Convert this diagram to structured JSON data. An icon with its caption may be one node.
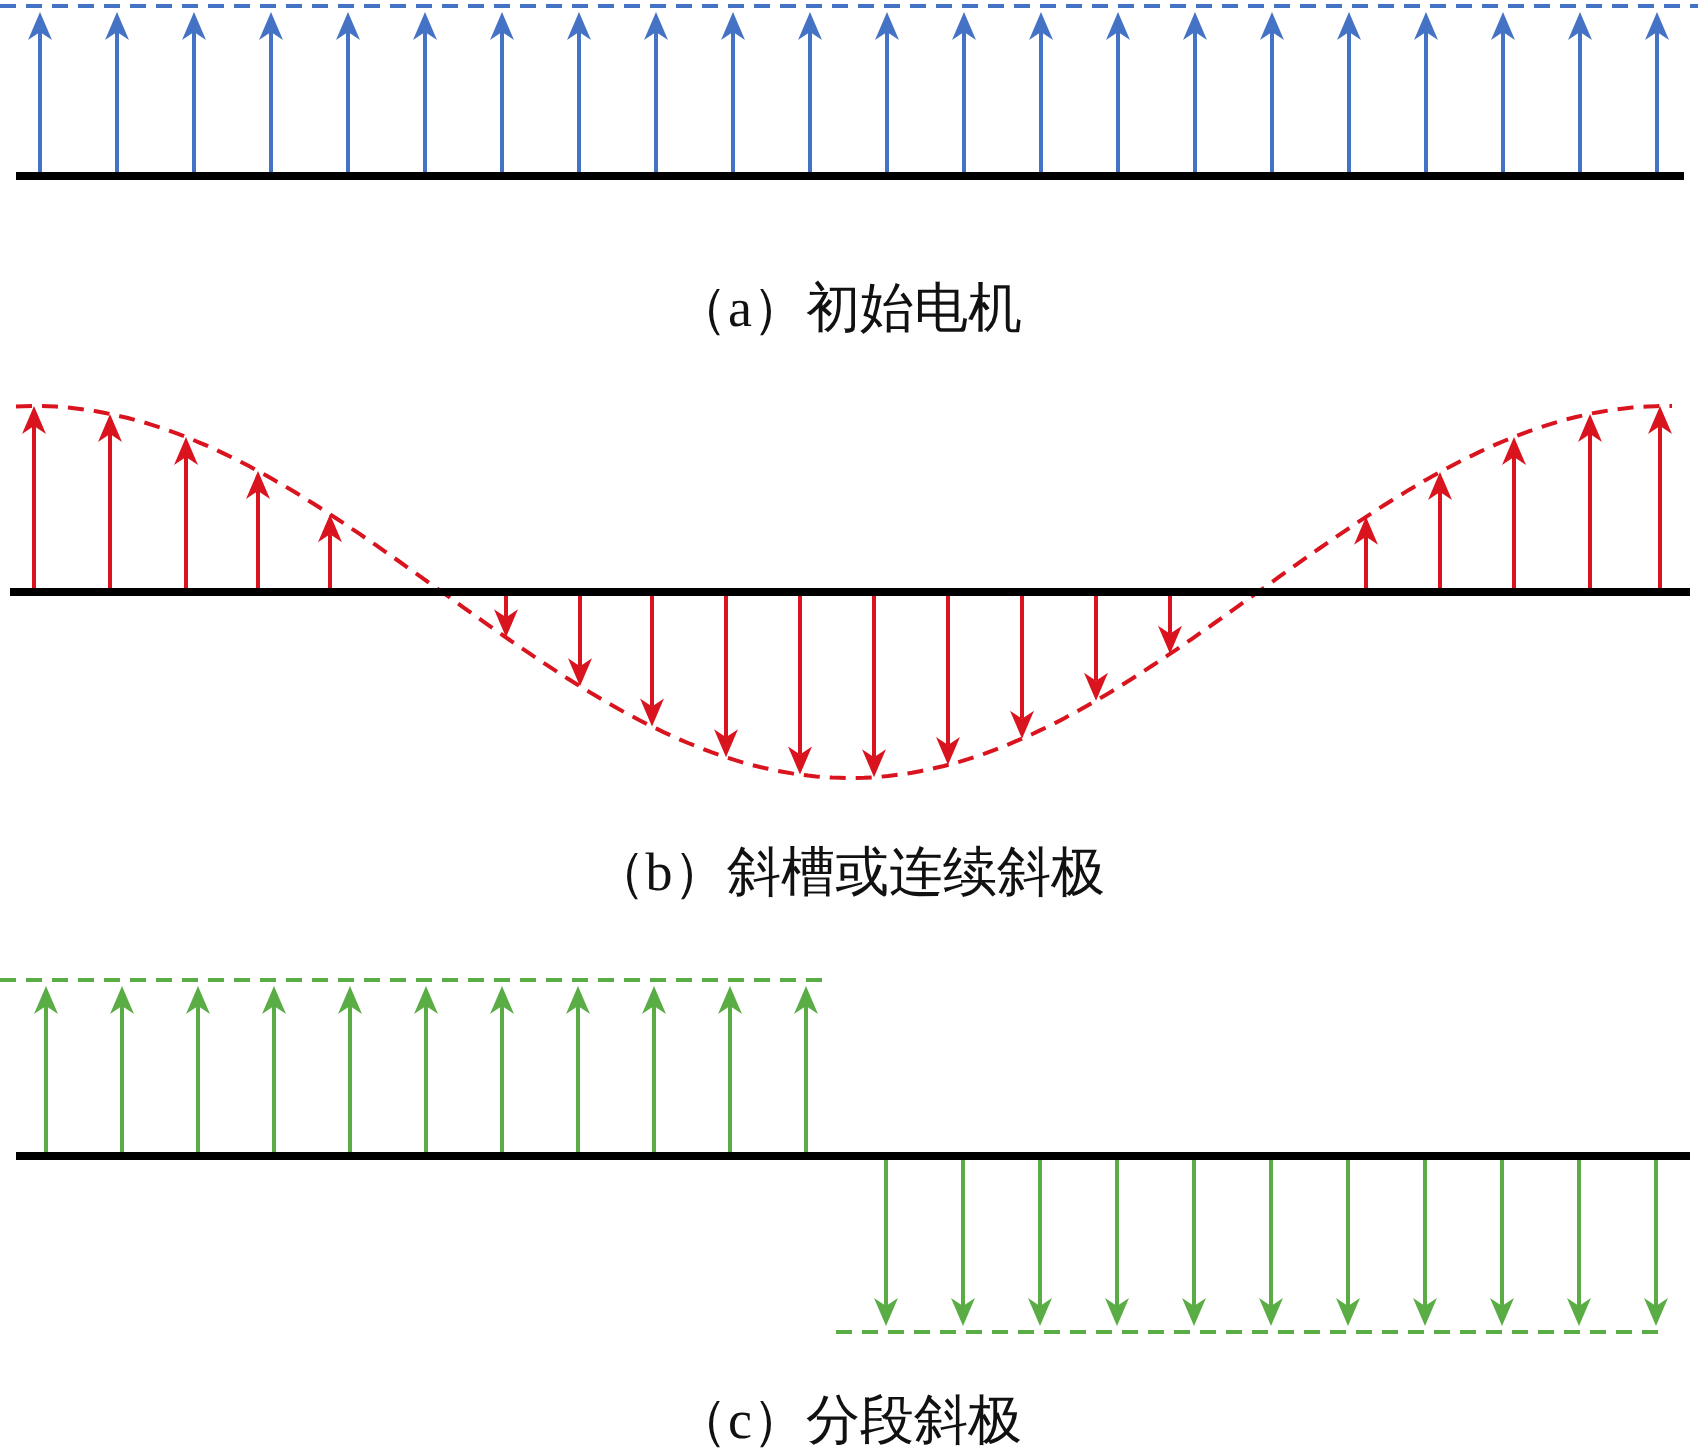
{
  "diagram": {
    "labels": [
      "（a）初始电机",
      "（b）斜槽或连续斜极",
      "（c）分段斜极"
    ]
  }
}
